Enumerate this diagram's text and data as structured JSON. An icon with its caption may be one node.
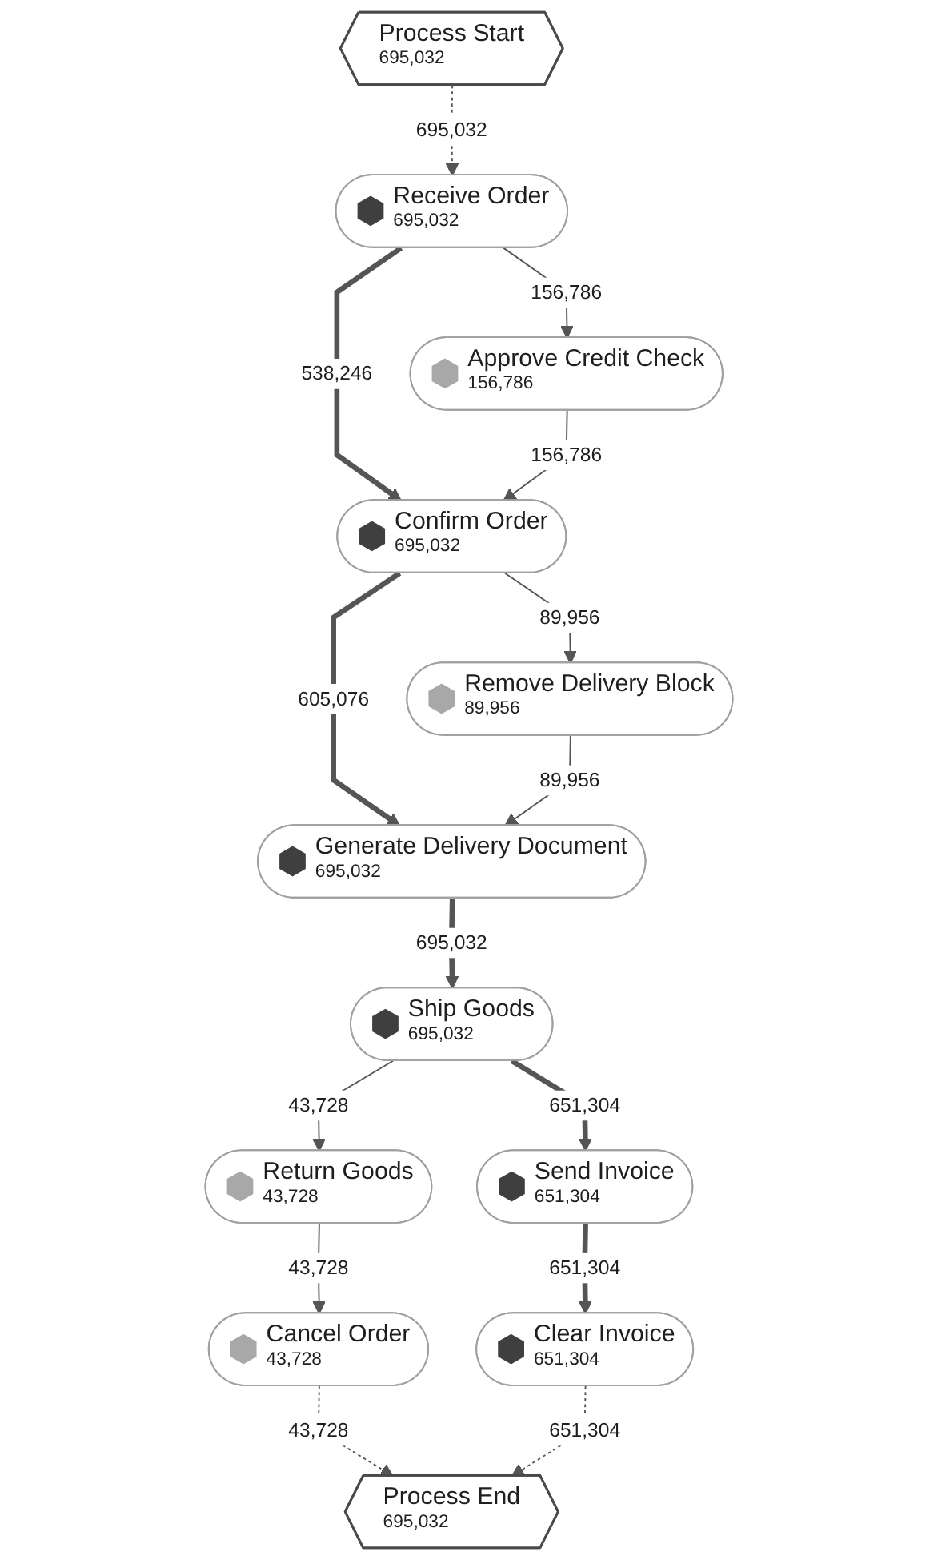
{
  "diagram": {
    "nodes": [
      {
        "text": [
          "Process Start",
          "695,032"
        ]
      },
      {
        "text": [
          "Receive Order",
          "695,032"
        ]
      },
      {
        "text": [
          "Approve Credit Check",
          "156,786"
        ]
      },
      {
        "text": [
          "Confirm Order",
          "695,032"
        ]
      },
      {
        "text": [
          "Remove Delivery Block",
          "89,956"
        ]
      },
      {
        "text": [
          "Generate Delivery Document",
          "695,032"
        ]
      },
      {
        "text": [
          "Ship Goods",
          "695,032"
        ]
      },
      {
        "text": [
          "Return Goods",
          "43,728"
        ]
      },
      {
        "text": [
          "Send Invoice",
          "651,304"
        ]
      },
      {
        "text": [
          "Cancel Order",
          "43,728"
        ]
      },
      {
        "text": [
          "Clear Invoice",
          "651,304"
        ]
      },
      {
        "text": [
          "Process End",
          "695,032"
        ]
      }
    ],
    "edges": [
      {
        "from": 0,
        "to": 1,
        "arrow": "to",
        "label": "695,032",
        "style": "dashed"
      },
      {
        "from": 1,
        "to": 2,
        "arrow": "to",
        "label": "156,786"
      },
      {
        "from": 1,
        "to": 3,
        "arrow": "to",
        "label": "538,246",
        "style": "thick"
      },
      {
        "from": 2,
        "to": 3,
        "arrow": "to",
        "label": "156,786"
      },
      {
        "from": 3,
        "to": 4,
        "arrow": "to",
        "label": "89,956"
      },
      {
        "from": 3,
        "to": 5,
        "arrow": "to",
        "label": "605,076",
        "style": "thick"
      },
      {
        "from": 4,
        "to": 5,
        "arrow": "to",
        "label": "89,956"
      },
      {
        "from": 5,
        "to": 6,
        "arrow": "to",
        "label": "695,032",
        "style": "thick"
      },
      {
        "from": 6,
        "to": 7,
        "arrow": "to",
        "label": "43,728"
      },
      {
        "from": 6,
        "to": 8,
        "arrow": "to",
        "label": "651,304",
        "style": "thick"
      },
      {
        "from": 7,
        "to": 9,
        "arrow": "to",
        "label": "43,728"
      },
      {
        "from": 8,
        "to": 10,
        "arrow": "to",
        "label": "651,304",
        "style": "thick"
      },
      {
        "from": 9,
        "to": 11,
        "arrow": "to",
        "label": "43,728",
        "style": "dashed"
      },
      {
        "from": 10,
        "to": 11,
        "arrow": "to",
        "label": "651,304",
        "style": "dashed"
      }
    ]
  }
}
